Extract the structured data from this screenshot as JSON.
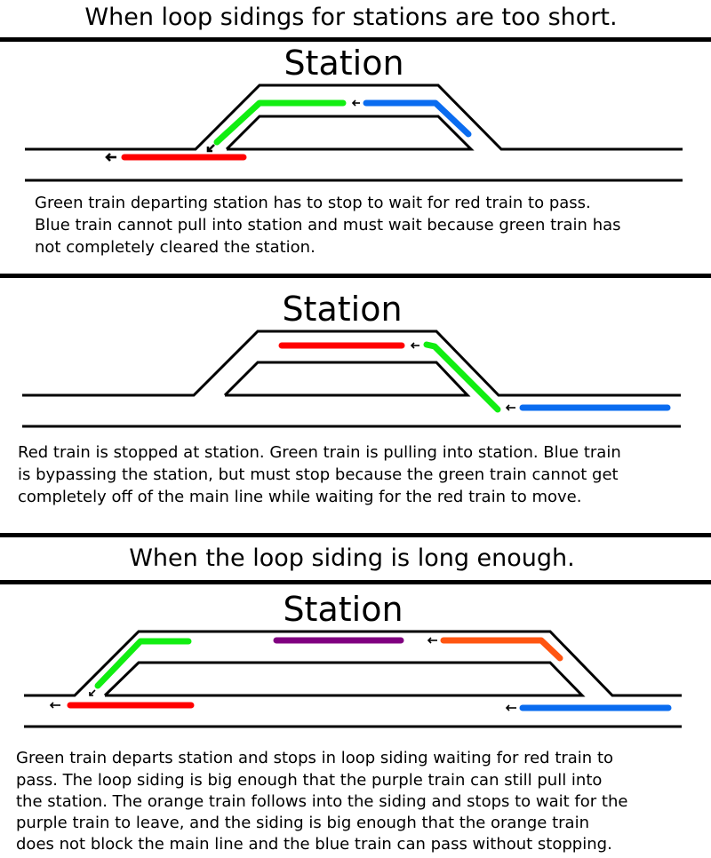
{
  "headings": {
    "too_short": "When loop sidings for stations are too short.",
    "long_enough": "When the loop siding is long enough."
  },
  "colors": {
    "track": "#000000",
    "red_train": "#ff0000",
    "green_train": "#11ee11",
    "blue_train": "#0a6cf0",
    "purple_train": "#800080",
    "orange_train": "#ff5511"
  },
  "panels": [
    {
      "station_label": "Station",
      "description": [
        "Green train departing station has to stop to wait for red train to pass.",
        "Blue train cannot pull into station and must wait because green train has",
        "not completely cleared the station."
      ],
      "trains": [
        "red",
        "green",
        "blue"
      ]
    },
    {
      "station_label": "Station",
      "description": [
        "Red train is stopped at station. Green train is pulling into station. Blue train",
        "is bypassing the station, but must stop because the green train cannot get",
        "completely off of the main line while waiting for the red train to move."
      ],
      "trains": [
        "red",
        "green",
        "blue"
      ]
    },
    {
      "station_label": "Station",
      "description": [
        "Green train departs station and stops in loop siding waiting for red train to",
        "pass. The loop siding is big enough that the purple train can still pull into",
        "the station. The orange train follows into the siding and stops to wait for the",
        "purple train to leave, and the siding is big enough that the orange train",
        "does not block the main line and the blue train can pass without stopping."
      ],
      "trains": [
        "red",
        "green",
        "purple",
        "orange",
        "blue"
      ]
    }
  ]
}
